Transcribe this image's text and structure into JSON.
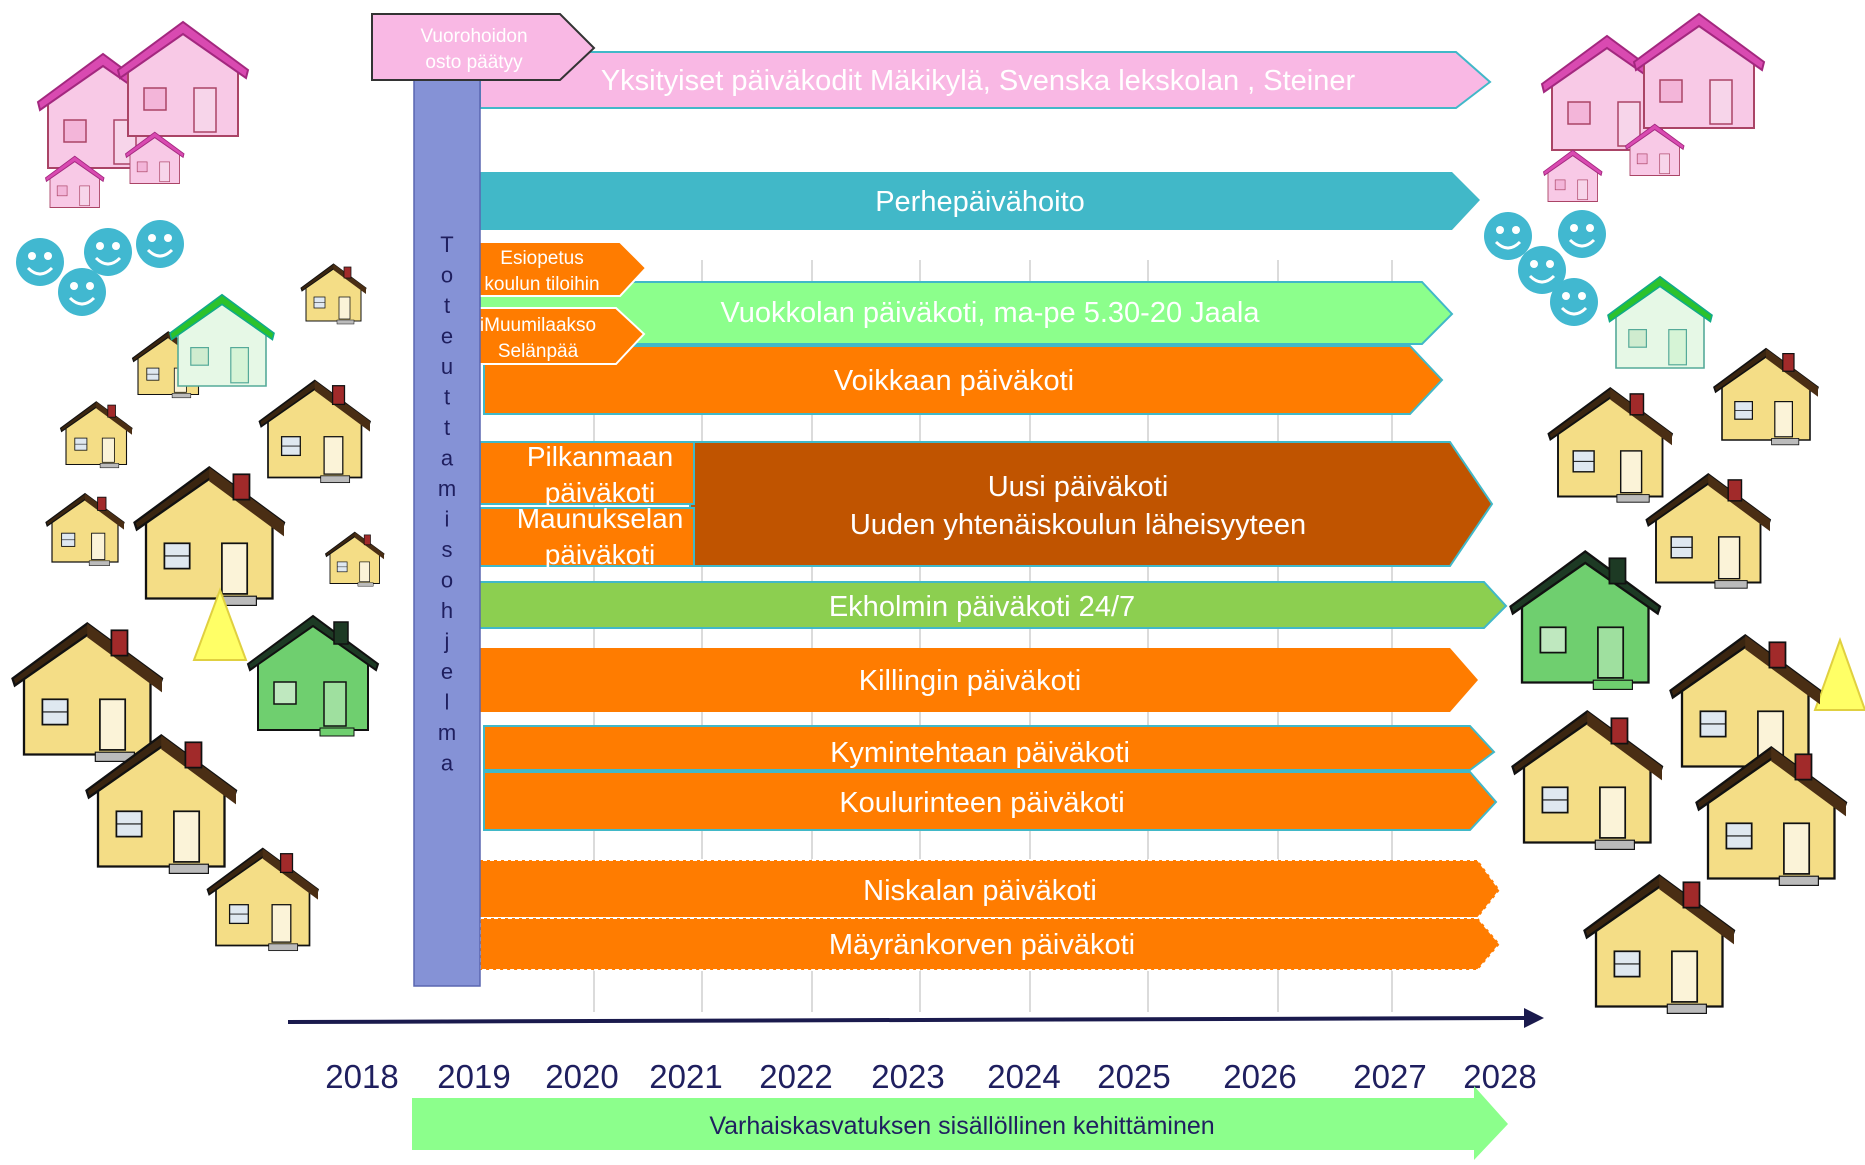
{
  "title_partial": "",
  "vertical_bar": {
    "label_letters": [
      "T",
      "o",
      "t",
      "e",
      "u",
      "t",
      "t",
      "a",
      "m",
      "i",
      "s",
      "o",
      "h",
      "j",
      "e",
      "l",
      "m",
      "a"
    ],
    "color": "#8592d6"
  },
  "arrows": {
    "vuorohoidon": [
      "Vuorohoidon",
      "osto päätyy"
    ],
    "yksityiset": "Yksityiset päiväkodit Mäkikylä, Svenska lekskolan , Steiner",
    "perhepaivahoito": "Perhepäivähoito",
    "esiopetus": [
      "Esiopetus",
      "koulun tiloihin"
    ],
    "vuokkola": "Vuokkolan päiväkoti, ma-pe 5.30-20 Jaala",
    "imuumilaakso": [
      "iMuumilaakso",
      "Selänpää"
    ],
    "voikkaa": "Voikkaan päiväkoti",
    "pilkanmaa": [
      "Pilkanmaan",
      "päiväkoti"
    ],
    "maunukselan": [
      "Maunukselan",
      "päiväkoti"
    ],
    "uusi": [
      "Uusi päiväkoti",
      "Uuden yhtenäiskoulun läheisyyteen"
    ],
    "ekholmi": "Ekholmin päiväkoti 24/7",
    "killinki": "Killingin päiväkoti",
    "kymintehdas": "Kymintehtaan päiväkoti",
    "koulurinne": "Koulurinteen päiväkoti",
    "niskala": "Niskalan päiväkoti",
    "mayrankorpi": "Mäyränkorven päiväkoti",
    "varhaiskasvatus": "Varhaiskasvatuksen sisällöllinen kehittäminen"
  },
  "years": [
    "2018",
    "2019",
    "2020",
    "2021",
    "2022",
    "2023",
    "2024",
    "2025",
    "2026",
    "2027",
    "2028"
  ],
  "colors": {
    "pink": "#f9b8e4",
    "teal": "#41b8c8",
    "orange": "#ff7c00",
    "brown": "#c05400",
    "light_green": "#8cff8c",
    "mid_green": "#8ccf50",
    "axis": "#1a1a4d",
    "year_text": "#1f1f5f"
  },
  "icons": [
    "pink-house-icon",
    "smiley-face-icon",
    "yellow-house-icon",
    "green-house-icon",
    "warning-triangle-icon"
  ]
}
